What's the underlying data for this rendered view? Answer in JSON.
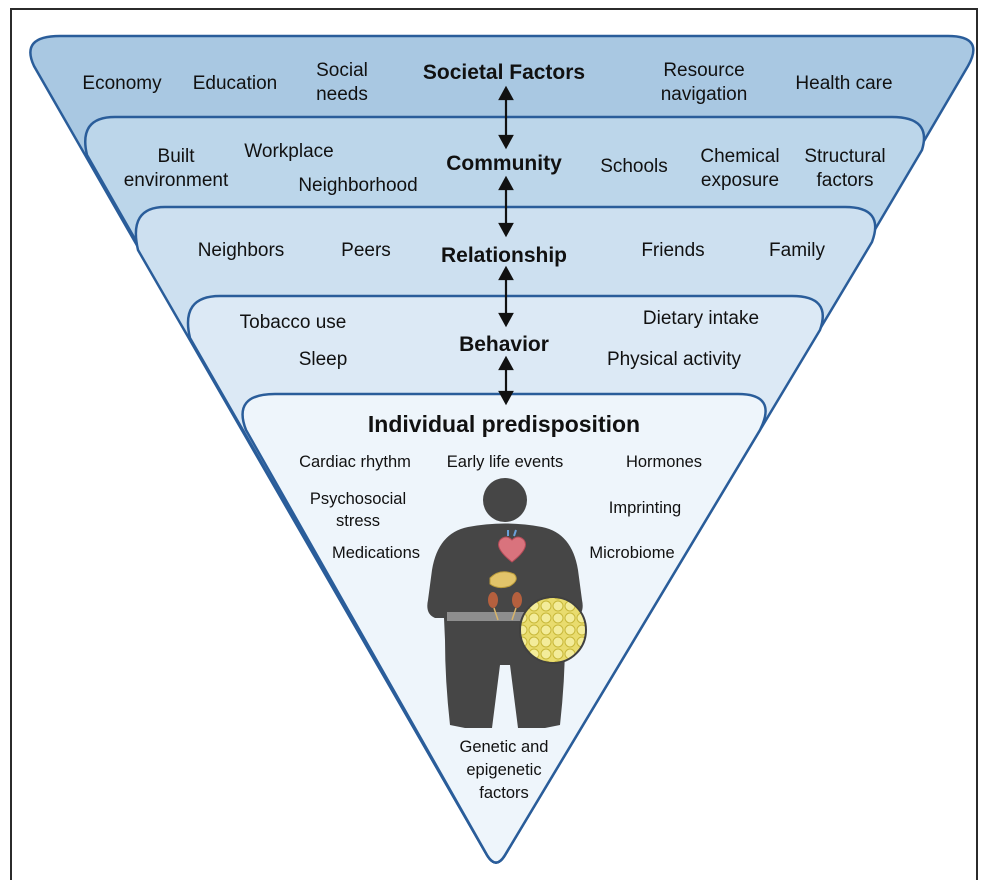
{
  "colors": {
    "border": "#2a5d9a",
    "band1": "#a9c8e2",
    "band2": "#bcd6ea",
    "band3": "#cde0f0",
    "band4": "#dce9f5",
    "band5": "#eef5fb",
    "silhouette": "#464646",
    "belt": "#8e8e8e",
    "fat_tissue": "#e6d96a"
  },
  "layers": {
    "societal": {
      "title": "Societal Factors",
      "items": {
        "economy": "Economy",
        "education": "Education",
        "social_needs_1": "Social",
        "social_needs_2": "needs",
        "resource_nav_1": "Resource",
        "resource_nav_2": "navigation",
        "health_care": "Health care"
      }
    },
    "community": {
      "title": "Community",
      "items": {
        "built_env_1": "Built",
        "built_env_2": "environment",
        "workplace": "Workplace",
        "neighborhood": "Neighborhood",
        "schools": "Schools",
        "chemical_1": "Chemical",
        "chemical_2": "exposure",
        "structural_1": "Structural",
        "structural_2": "factors"
      }
    },
    "relationship": {
      "title": "Relationship",
      "items": {
        "neighbors": "Neighbors",
        "peers": "Peers",
        "friends": "Friends",
        "family": "Family"
      }
    },
    "behavior": {
      "title": "Behavior",
      "items": {
        "tobacco": "Tobacco use",
        "sleep": "Sleep",
        "dietary": "Dietary intake",
        "physical": "Physical activity"
      }
    },
    "individual": {
      "title": "Individual predisposition",
      "items": {
        "cardiac": "Cardiac rhythm",
        "early_life": "Early life events",
        "hormones": "Hormones",
        "psychosocial_1": "Psychosocial",
        "psychosocial_2": "stress",
        "imprinting": "Imprinting",
        "medications": "Medications",
        "microbiome": "Microbiome",
        "genetic_1": "Genetic and",
        "genetic_2": "epigenetic",
        "genetic_3": "factors"
      }
    }
  },
  "icons": {
    "body": "human-silhouette-icon",
    "heart": "heart-icon",
    "pancreas": "pancreas-icon",
    "kidneys": "kidneys-icon",
    "fat": "adipose-tissue-icon",
    "arrow": "double-arrow-icon"
  }
}
